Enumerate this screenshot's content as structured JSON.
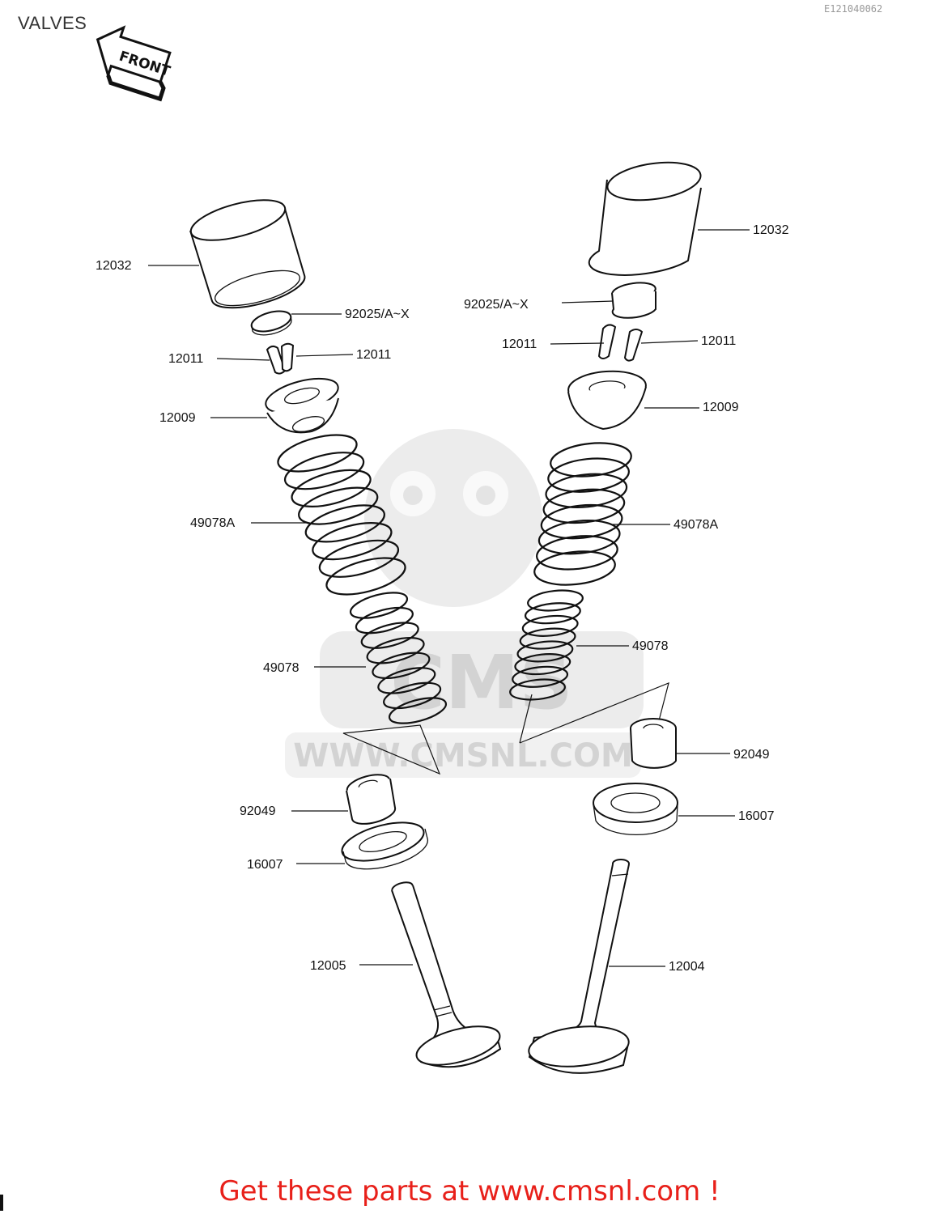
{
  "title": "VALVES",
  "drawing_code": "E121040062",
  "front_arrow": {
    "text": "FRONT",
    "icon": "front-direction-arrow"
  },
  "watermark": {
    "text": "WWW.CMSNL.COM",
    "logo_text": "CMS"
  },
  "callouts": {
    "left": [
      {
        "part": "12032"
      },
      {
        "part": "92025/A~X"
      },
      {
        "part": "12011"
      },
      {
        "part": "12011"
      },
      {
        "part": "12009"
      },
      {
        "part": "49078A"
      },
      {
        "part": "49078"
      },
      {
        "part": "92049"
      },
      {
        "part": "16007"
      },
      {
        "part": "12005"
      }
    ],
    "right": [
      {
        "part": "12032"
      },
      {
        "part": "92025/A~X"
      },
      {
        "part": "12011"
      },
      {
        "part": "12011"
      },
      {
        "part": "12009"
      },
      {
        "part": "49078A"
      },
      {
        "part": "49078"
      },
      {
        "part": "92049"
      },
      {
        "part": "16007"
      },
      {
        "part": "12004"
      }
    ]
  },
  "footer": {
    "text": "Get these parts at www.cmsnl.com !",
    "color": "#e8201a"
  }
}
